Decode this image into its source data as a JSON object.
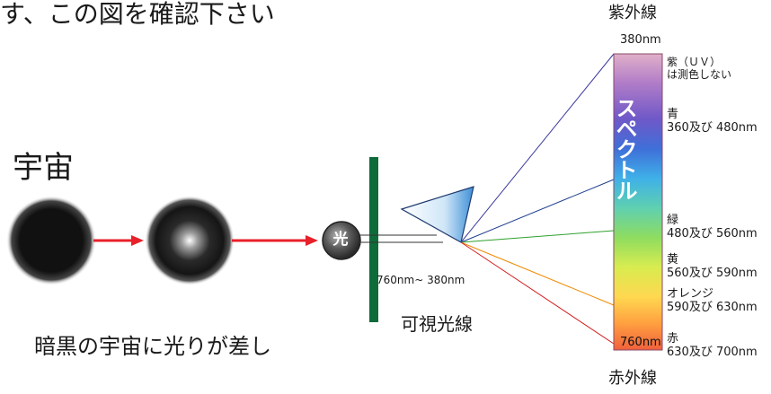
{
  "heading": "す、この図を確認下さい",
  "universe_label": "宇宙",
  "caption": "暗黒の宇宙に光りが差し",
  "light_label": "光",
  "prism_range": "760nm~ 380nm",
  "visible_light_label": "可視光線",
  "uv_title": "紫外線",
  "ir_title": "赤外線",
  "top_wavelength": "380nm",
  "bottom_wavelength": "760nm",
  "spectrum_word": "スペクトル",
  "bands": {
    "uv": {
      "name": "紫（ＵＶ）",
      "range": "は測色しない"
    },
    "blue": {
      "name": "青",
      "range": "360及び 480nm"
    },
    "green": {
      "name": "緑",
      "range": "480及び 560nm"
    },
    "yellow": {
      "name": "黄",
      "range": "560及び 590nm"
    },
    "orange": {
      "name": "オレンジ",
      "range": "590及び 630nm"
    },
    "red": {
      "name": "赤",
      "range": "630及び 700nm"
    }
  },
  "colors": {
    "arrow": "#e8202a",
    "screen": "#0f6b3a",
    "ray_violet": "#3b3b9e",
    "ray_blue": "#1e3f8f",
    "ray_green": "#2ea02e",
    "ray_orange": "#f08a00",
    "ray_red": "#d42020"
  }
}
